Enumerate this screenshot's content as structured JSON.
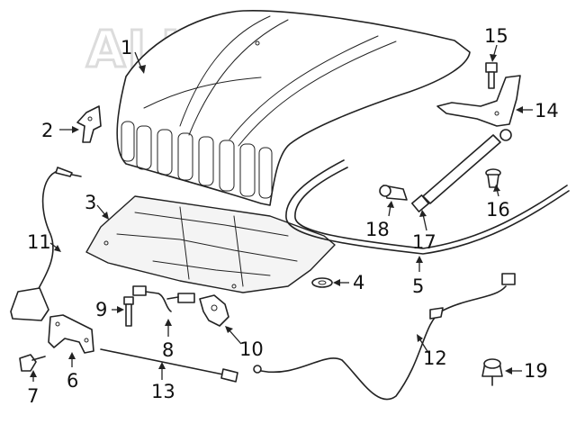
{
  "watermark": {
    "text": "ALLE AVTO"
  },
  "callouts": [
    {
      "id": "1",
      "label": "1"
    },
    {
      "id": "2",
      "label": "2"
    },
    {
      "id": "3",
      "label": "3"
    },
    {
      "id": "4",
      "label": "4"
    },
    {
      "id": "5",
      "label": "5"
    },
    {
      "id": "6",
      "label": "6"
    },
    {
      "id": "7",
      "label": "7"
    },
    {
      "id": "8",
      "label": "8"
    },
    {
      "id": "9",
      "label": "9"
    },
    {
      "id": "10",
      "label": "10"
    },
    {
      "id": "11",
      "label": "11"
    },
    {
      "id": "12",
      "label": "12"
    },
    {
      "id": "13",
      "label": "13"
    },
    {
      "id": "14",
      "label": "14"
    },
    {
      "id": "15",
      "label": "15"
    },
    {
      "id": "16",
      "label": "16"
    },
    {
      "id": "17",
      "label": "17"
    },
    {
      "id": "18",
      "label": "18"
    },
    {
      "id": "19",
      "label": "19"
    }
  ]
}
